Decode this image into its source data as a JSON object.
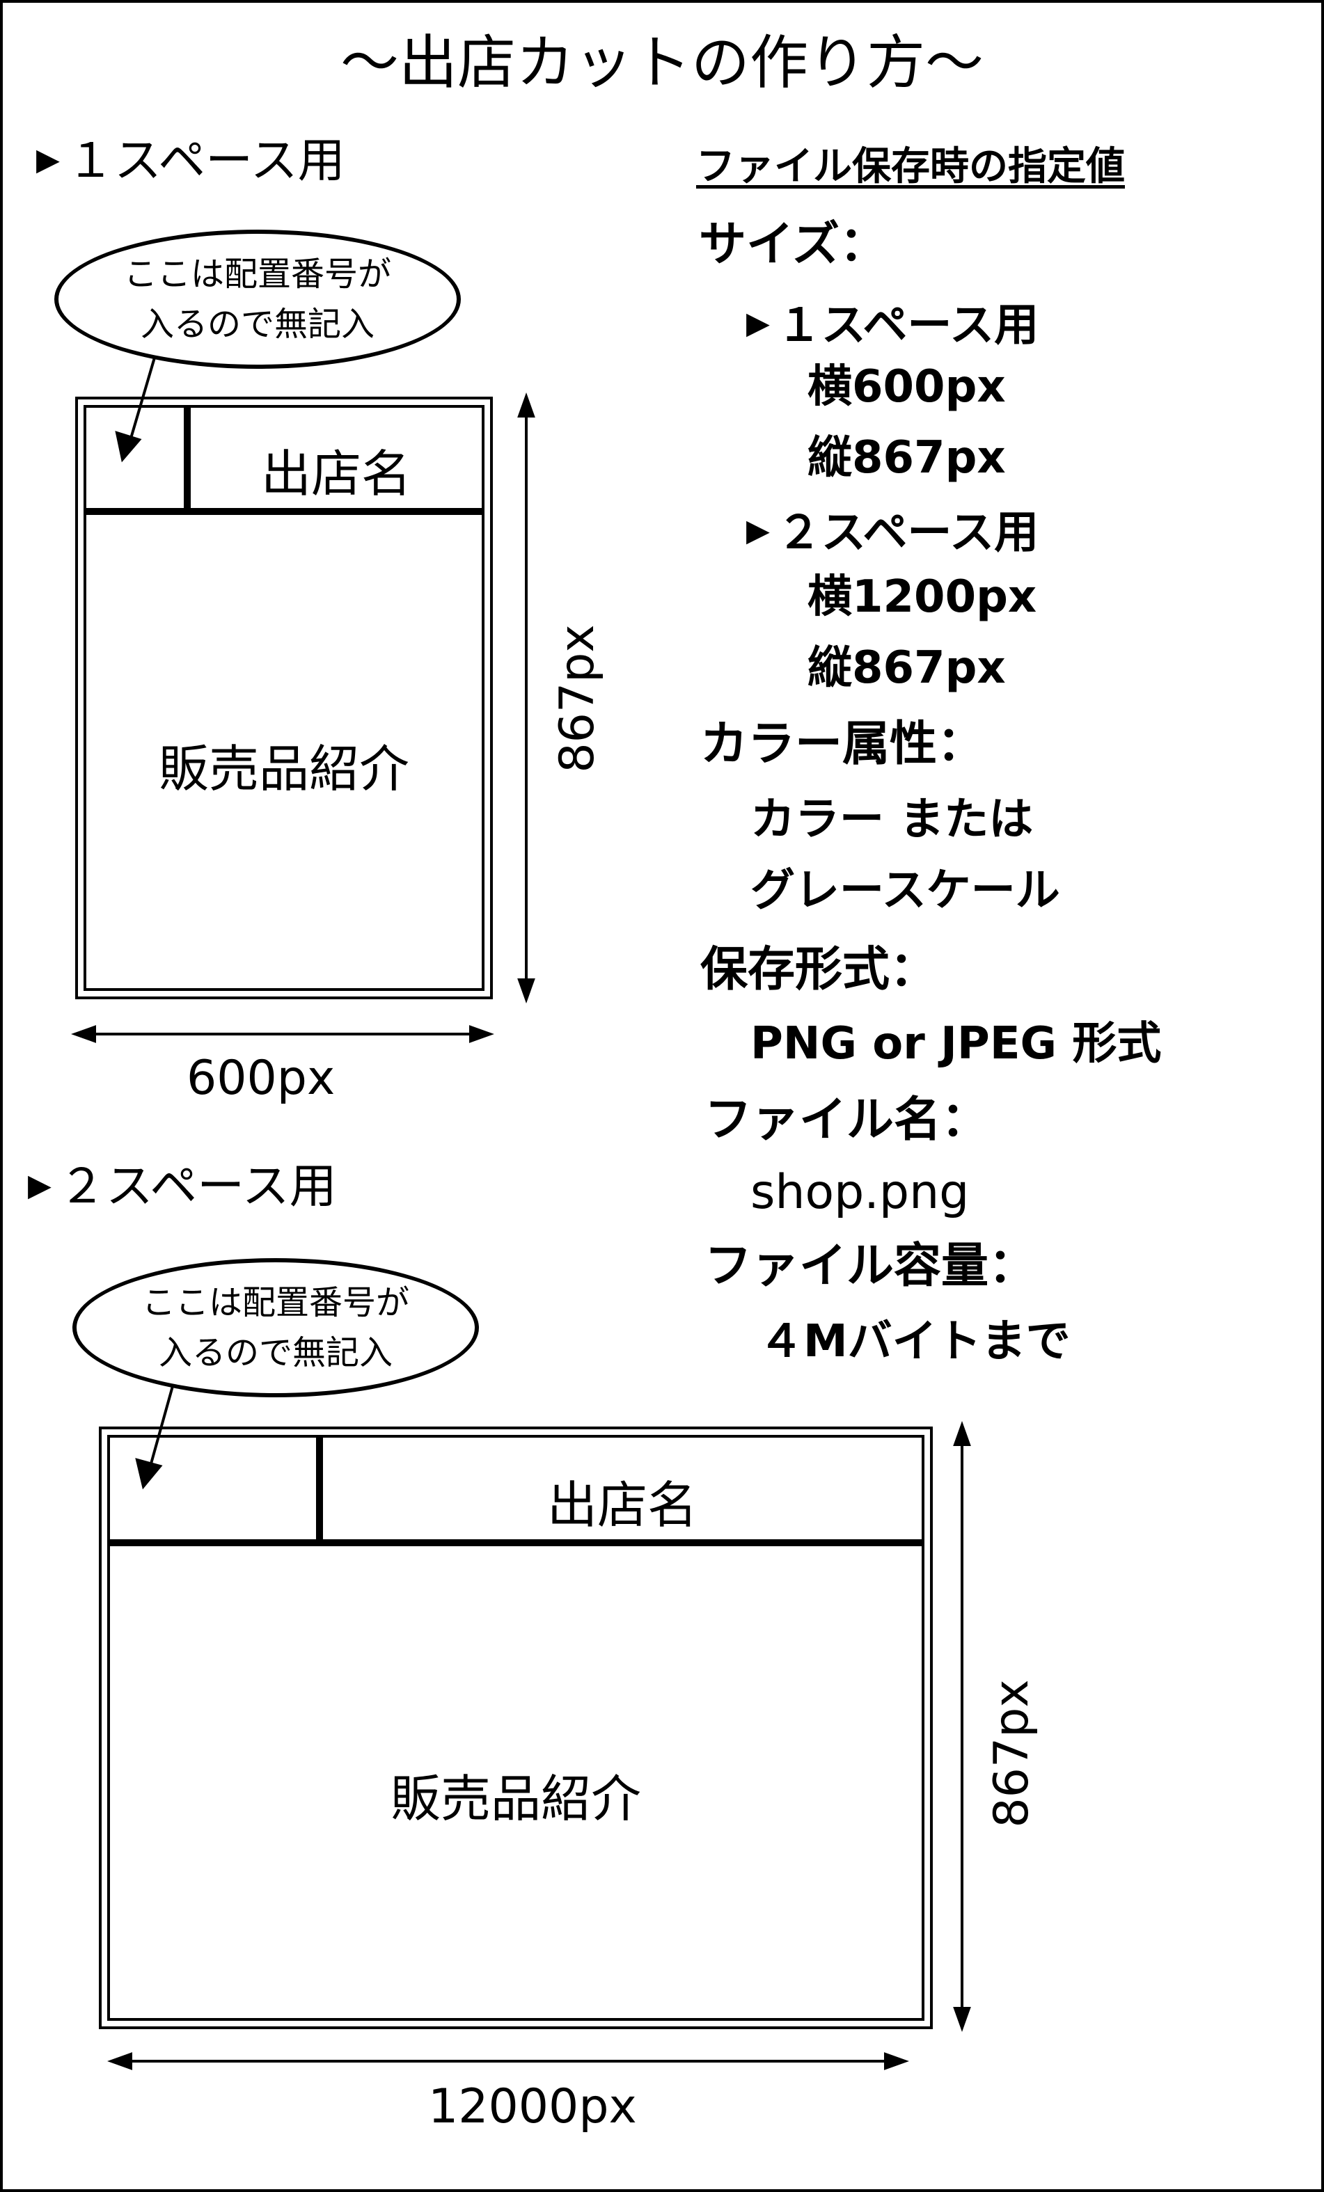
{
  "title": "〜出店カットの作り方〜",
  "one_space": {
    "label": "１スペース用",
    "bubble_line1": "ここは配置番号が",
    "bubble_line2": "入るので無記入",
    "shop_name": "出店名",
    "product_intro": "販売品紹介",
    "width_label": "600px",
    "height_label": "867px"
  },
  "two_space": {
    "label": "２スペース用",
    "bubble_line1": "ここは配置番号が",
    "bubble_line2": "入るので無記入",
    "shop_name": "出店名",
    "product_intro": "販売品紹介",
    "width_label": "12000px",
    "height_label": "867px"
  },
  "specs": {
    "heading": "ファイル保存時の指定値",
    "size_label": "サイズ：",
    "size_one_label": "１スペース用",
    "size_one_width": "横600px",
    "size_one_height": "縦867px",
    "size_two_label": "２スペース用",
    "size_two_width": "横1200px",
    "size_two_height": "縦867px",
    "color_label": "カラー属性：",
    "color_value1": "カラー または",
    "color_value2": "グレースケール",
    "format_label": "保存形式：",
    "format_value": "PNG or JPEG 形式",
    "filename_label": "ファイル名：",
    "filename_value": "shop.png",
    "filesize_label": "ファイル容量：",
    "filesize_value": "４Mバイトまで"
  },
  "colors": {
    "ink": "#000000",
    "paper": "#ffffff"
  },
  "icons": {
    "bullet": "triangle-right-icon"
  }
}
